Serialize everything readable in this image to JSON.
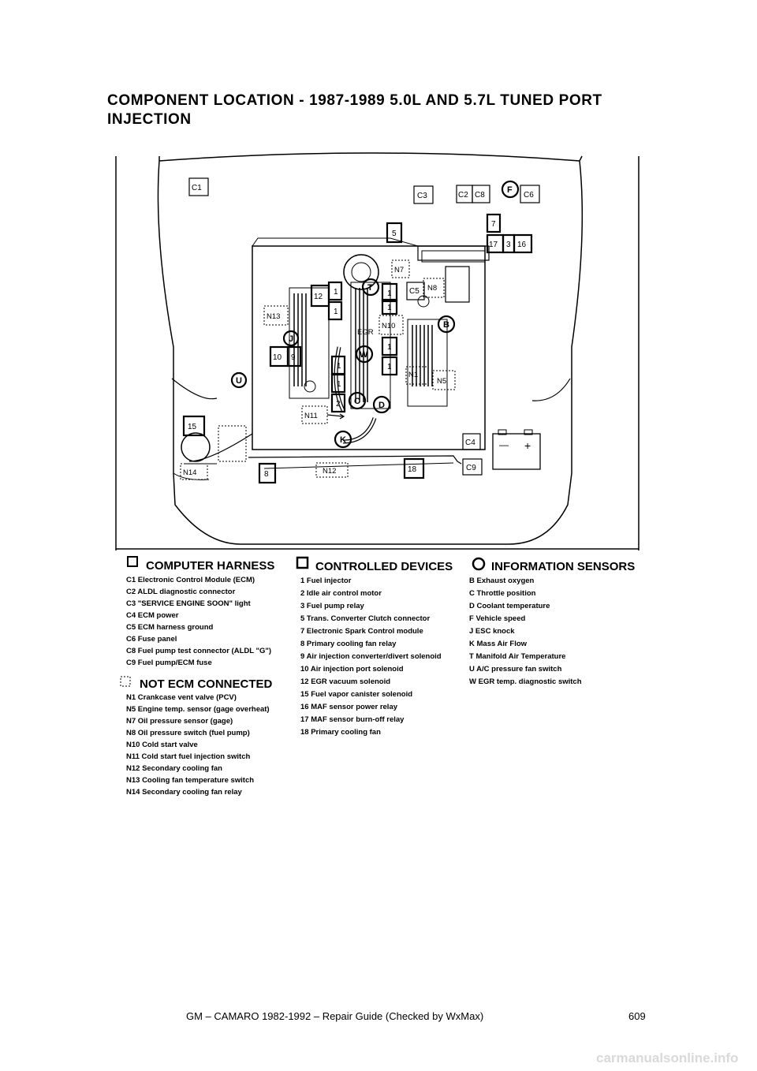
{
  "title": "COMPONENT LOCATION - 1987-1989 5.0L AND 5.7L TUNED PORT INJECTION",
  "diagram_labels": {
    "C1": "C1",
    "C2": "C2",
    "C3": "C3",
    "C4": "C4",
    "C5": "C5",
    "C6": "C6",
    "C8": "C8",
    "C9": "C9",
    "n1": "1",
    "n2": "2",
    "n3": "3",
    "n5": "5",
    "n7": "7",
    "n8": "8",
    "n9": "9",
    "n10": "10",
    "n12": "12",
    "n15": "15",
    "n16": "16",
    "n17": "17",
    "n18": "18",
    "B": "B",
    "C": "C",
    "D": "D",
    "F": "F",
    "J": "J",
    "K": "K",
    "T": "T",
    "U": "U",
    "W": "W",
    "N1": "N1",
    "N5": "N5",
    "N7": "N7",
    "N8": "N8",
    "N10": "N10",
    "N11": "N11",
    "N12": "N12",
    "N13": "N13",
    "N14": "N14",
    "EGR": "EGR",
    "minus": "—",
    "plus": "+"
  },
  "computer_harness": {
    "heading": "COMPUTER HARNESS",
    "items": [
      "C1  Electronic Control Module (ECM)",
      "C2  ALDL diagnostic connector",
      "C3  \"SERVICE ENGINE SOON\" light",
      "C4  ECM power",
      "C5  ECM harness ground",
      "C6  Fuse panel",
      "C8  Fuel pump test connector (ALDL \"G\")",
      "C9 Fuel pump/ECM fuse"
    ]
  },
  "controlled_devices": {
    "heading": "CONTROLLED DEVICES",
    "items": [
      "1  Fuel injector",
      "2  Idle air control motor",
      "3  Fuel pump relay",
      "5  Trans. Converter Clutch connector",
      "7  Electronic Spark Control module",
      "8  Primary cooling fan relay",
      "9  Air injection converter/divert solenoid",
      "10  Air injection port solenoid",
      "12 EGR vacuum solenoid",
      "15 Fuel vapor canister solenoid",
      "16 MAF sensor power relay",
      "17 MAF sensor burn-off relay",
      "18 Primary cooling fan"
    ]
  },
  "information_sensors": {
    "heading": "INFORMATION SENSORS",
    "items": [
      "B  Exhaust oxygen",
      "C  Throttle position",
      "D  Coolant temperature",
      "F  Vehicle speed",
      "J  ESC knock",
      "K  Mass Air Flow",
      "T  Manifold Air Temperature",
      "U  A/C pressure fan switch",
      "W  EGR temp. diagnostic switch"
    ]
  },
  "not_ecm_connected": {
    "heading": "NOT ECM CONNECTED",
    "items": [
      "N1   Crankcase vent valve (PCV)",
      "N5   Engine temp. sensor (gage overheat)",
      "N7   Oil pressure sensor (gage)",
      "N8   Oil pressure switch (fuel pump)",
      "N10  Cold start valve",
      "N11  Cold start fuel injection switch",
      "N12  Secondary cooling fan",
      "N13  Cooling fan temperature switch",
      "N14  Secondary cooling fan relay"
    ]
  },
  "footer": {
    "text": "GM – CAMARO 1982-1992 – Repair Guide (Checked by WxMax)",
    "page": "609",
    "watermark": "carmanualsonline.info"
  }
}
